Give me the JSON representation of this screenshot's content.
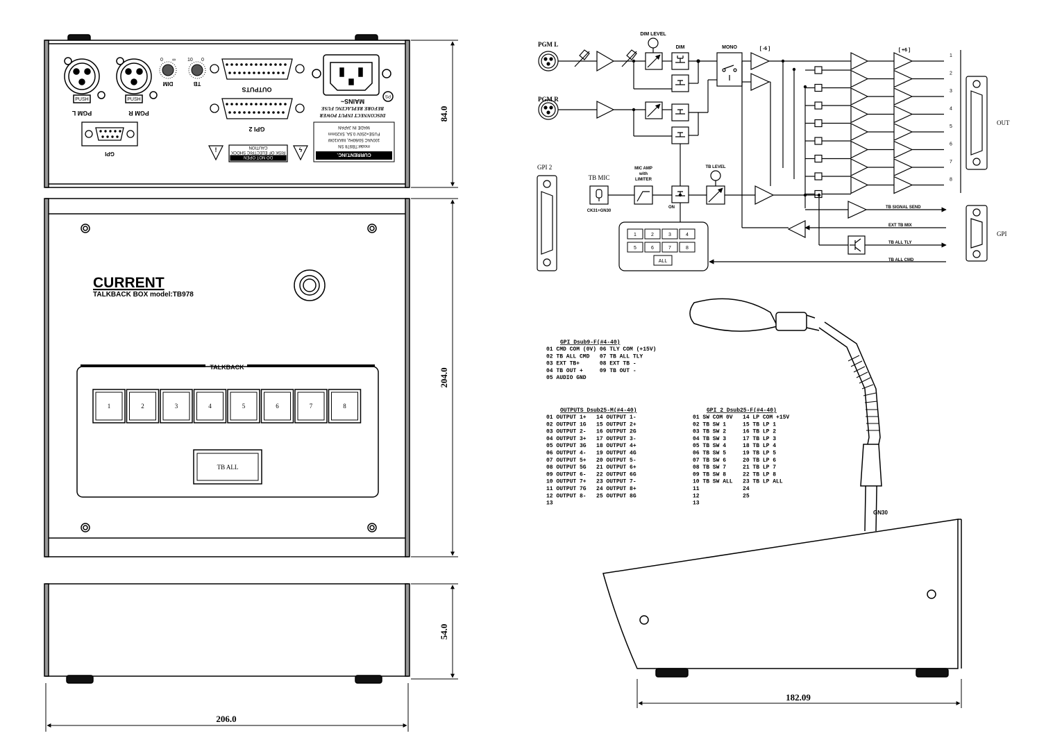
{
  "dimensions": {
    "rear_height": "84.0",
    "top_depth": "204.0",
    "front_height": "54.0",
    "width": "206.0",
    "side_length": "182.09"
  },
  "rear_panel": {
    "pgm_l": "PGM L",
    "pgm_r": "PGM R",
    "push": "PUSH",
    "dim": "DIM",
    "tb": "TB",
    "knob_zero": "0",
    "knob_ten": "10",
    "knob_inf": "∞",
    "outputs": "OUTPUTS",
    "gpi2": "GPI 2",
    "gpi": "GPI",
    "mains": "MAINS~",
    "ps": "PS",
    "warning_1": "DISCONNECT INPUT POWER",
    "warning_2": "BEFORE REPLACING FUSE",
    "spec_1": "model:TB978 SN",
    "spec_2": "100VAC 50/60Hz, MAX10W",
    "spec_3": "FUSE=250V 0.5A, 5X20mm",
    "spec_4": "MADE IN JAPAN",
    "brand_box": "CURRENT.INC.",
    "caution_1": "CAUTION",
    "caution_2": "RISK OF ELECTRIC SHOCK",
    "caution_3": "DO NOT OPEN"
  },
  "top_panel": {
    "brand": "CURRENT",
    "model": "TALKBACK BOX model:TB978",
    "section_label": "TALKBACK",
    "buttons": [
      "1",
      "2",
      "3",
      "4",
      "5",
      "6",
      "7",
      "8"
    ],
    "tb_all": "TB ALL"
  },
  "block_diagram": {
    "pgm_l": "PGM L",
    "pgm_r": "PGM R",
    "dim_level": "DIM LEVEL",
    "dim": "DIM",
    "mono": "MONO",
    "gain_minus6": "[ -6 ]",
    "gain_plus6": "[ +6 ]",
    "outputs": [
      "1",
      "2",
      "3",
      "4",
      "5",
      "6",
      "7",
      "8"
    ],
    "out": "OUT",
    "gpi2": "GPI 2",
    "tb_mic": "TB MIC",
    "mic_model": "CK31+GN30",
    "mic_amp_1": "MIC AMP",
    "mic_amp_2": "with",
    "mic_amp_3": "LIMITER",
    "tb_level": "TB LEVEL",
    "on": "ON",
    "tb_signal_send": "TB SIGNAL SEND",
    "ext_tb_mix": "EXT TB MIX",
    "tb_all_tly": "TB ALL TLY",
    "tb_all_cmd": "TB ALL CMD",
    "gpi": "GPI",
    "buttons": [
      "1",
      "2",
      "3",
      "4",
      "5",
      "6",
      "7",
      "8"
    ],
    "all": "ALL"
  },
  "gpi_table": {
    "title": "GPI Dsub9-F(#4-40)",
    "rows": [
      "01 CMD COM (0V) 06 TLY COM (+15V)",
      "02 TB ALL CMD   07 TB ALL TLY",
      "03 EXT TB+      08 EXT TB -",
      "04 TB OUT +     09 TB OUT -",
      "05 AUDIO GND"
    ]
  },
  "outputs_table": {
    "title": "OUTPUTS Dsub25-M(#4-40)",
    "rows": [
      "01 OUTPUT 1+   14 OUTPUT 1-",
      "02 OUTPUT 1G   15 OUTPUT 2+",
      "03 OUTPUT 2-   16 OUTPUT 2G",
      "04 OUTPUT 3+   17 OUTPUT 3-",
      "05 OUTPUT 3G   18 OUTPUT 4+",
      "06 OUTPUT 4-   19 OUTPUT 4G",
      "07 OUTPUT 5+   20 OUTPUT 5-",
      "08 OUTPUT 5G   21 OUTPUT 6+",
      "09 OUTPUT 6-   22 OUTPUT 6G",
      "10 OUTPUT 7+   23 OUTPUT 7-",
      "11 OUTPUT 7G   24 OUTPUT 8+",
      "12 OUTPUT 8-   25 OUTPUT 8G",
      "13"
    ]
  },
  "gpi2_table": {
    "title": "GPI 2 Dsub25-F(#4-40)",
    "rows": [
      "01 SW COM 0V   14 LP COM +15V",
      "02 TB SW 1     15 TB LP 1",
      "03 TB SW 2     16 TB LP 2",
      "04 TB SW 3     17 TB LP 3",
      "05 TB SW 4     18 TB LP 4",
      "06 TB SW 5     19 TB LP 5",
      "07 TB SW 6     20 TB LP 6",
      "08 TB SW 7     21 TB LP 7",
      "09 TB SW 8     22 TB LP 8",
      "10 TB SW ALL   23 TB LP ALL",
      "11             24",
      "12             25",
      "13"
    ]
  },
  "side_view": {
    "mic_label": "GN30"
  }
}
